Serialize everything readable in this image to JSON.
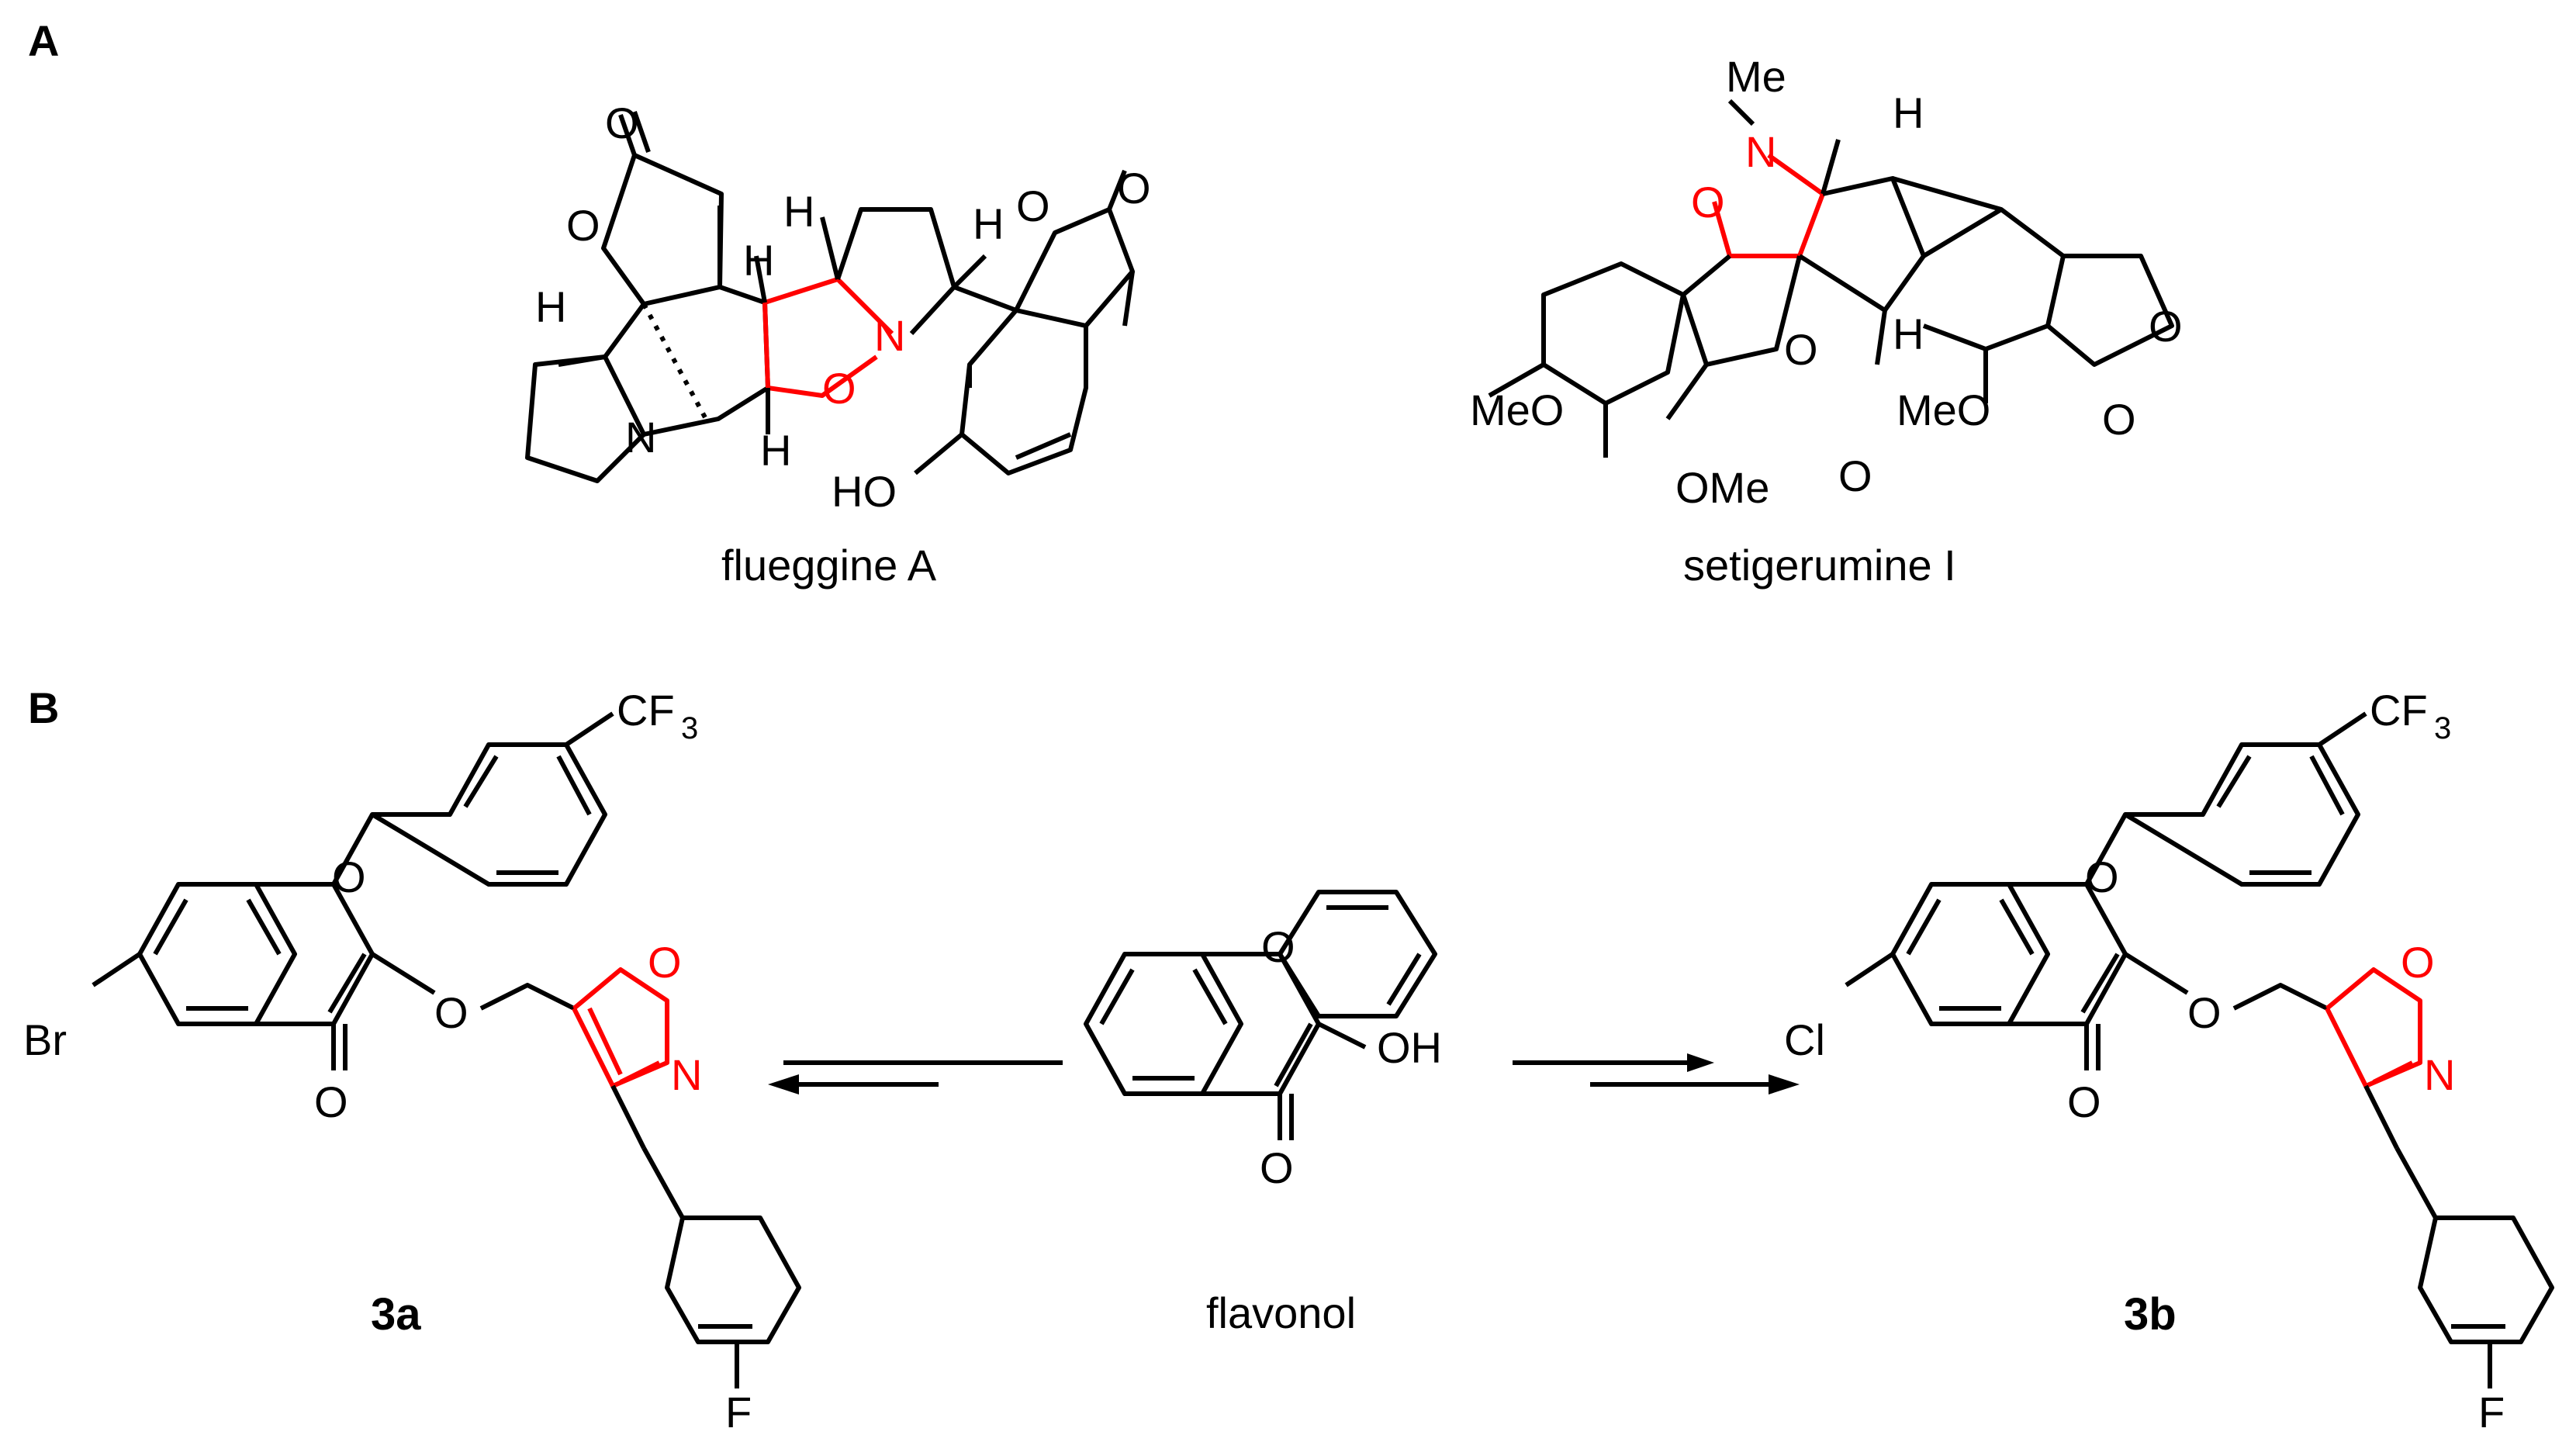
{
  "panels": {
    "a": "A",
    "b": "B"
  },
  "compounds": {
    "flueggine": "flueggine A",
    "setigerumine": "setigerumine I",
    "flavonol": "flavonol",
    "c3a": "3a",
    "c3b": "3b"
  },
  "atoms": {
    "o": "O",
    "n": "N",
    "h": "H",
    "ho": "HO",
    "oh": "OH",
    "me": "Me",
    "meo": "MeO",
    "ome": "OMe",
    "br": "Br",
    "cl": "Cl",
    "f": "F",
    "cf": "CF",
    "three": "3"
  },
  "colors": {
    "highlight": "#ff0000",
    "bond": "#000000"
  }
}
